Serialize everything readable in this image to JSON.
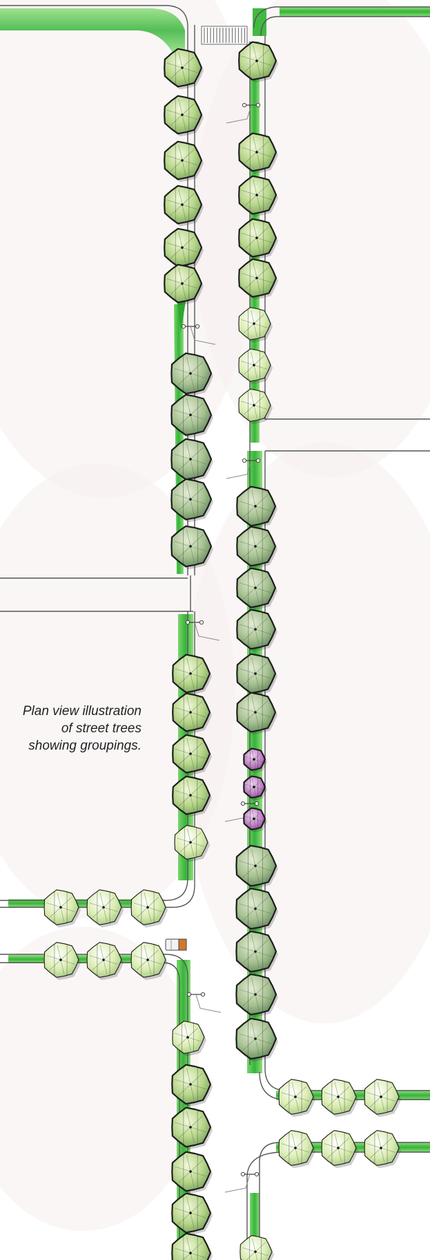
{
  "caption": {
    "lines": [
      "Plan view illustration",
      "of street trees",
      "showing groupings."
    ]
  },
  "colors": {
    "planting_strip": "#4cc34a",
    "tree_light": "#d7e9a8",
    "tree_mid": "#a9cb7e",
    "tree_dark": "#7ea66a",
    "flowering_tree": "#b06ab8",
    "curb_line": "#555555",
    "wash": "#f6eeee"
  },
  "icons": {
    "tree": "deciduous-tree-canopy-icon",
    "flowering_tree": "flowering-tree-canopy-icon",
    "street_light": "street-light-icon",
    "vehicle": "car-icon",
    "crosswalk": "crosswalk-stripes"
  }
}
